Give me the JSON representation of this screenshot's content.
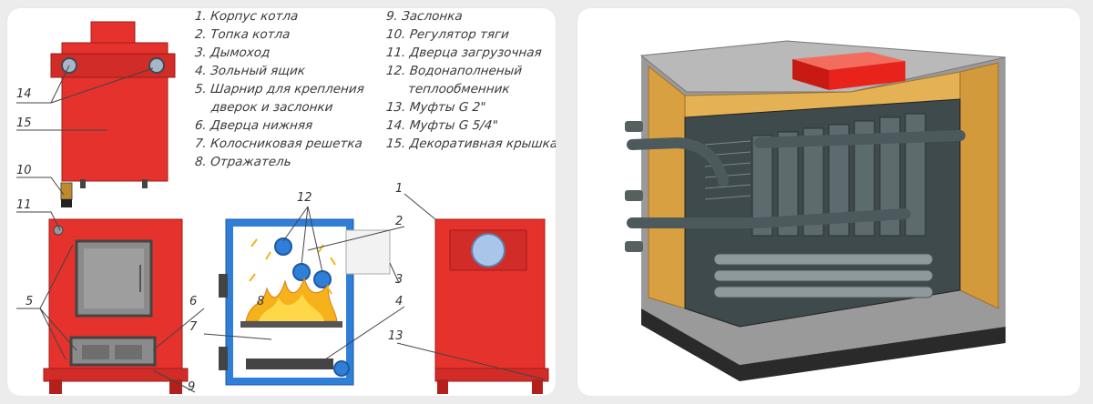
{
  "legend": {
    "col1": [
      "1. Корпус котла",
      "2. Топка котла",
      "3. Дымоход",
      "4. Зольный ящик",
      "5. Шарнир для крепления",
      "дверок и заслонки",
      "6. Дверца нижняя",
      "7. Колосниковая решетка",
      "8. Отражатель"
    ],
    "col2": [
      "9. Заслонка",
      "10. Регулятор тяги",
      "11. Дверца загрузочная",
      "12. Водонаполненый",
      "теплообменник",
      "13. Муфты G 2\"",
      "14. Муфты G 5/4\"",
      "15. Декоративная крышка"
    ]
  },
  "callouts": {
    "c1": "1",
    "c2": "2",
    "c3": "3",
    "c4": "4",
    "c5": "5",
    "c6": "6",
    "c7": "7",
    "c8": "8",
    "c9": "9",
    "c10": "10",
    "c11": "11",
    "c12": "12",
    "c13": "13",
    "c14": "14",
    "c15": "15"
  },
  "colors": {
    "boiler_red": "#e5322d",
    "boiler_dark_red": "#b3201c",
    "firebox_blue": "#2f7fd8",
    "flame_yellow": "#f5b21a",
    "insulation": "#d8a040",
    "casing_gray": "#8c8c8c",
    "brand_red": "#e8231c"
  }
}
